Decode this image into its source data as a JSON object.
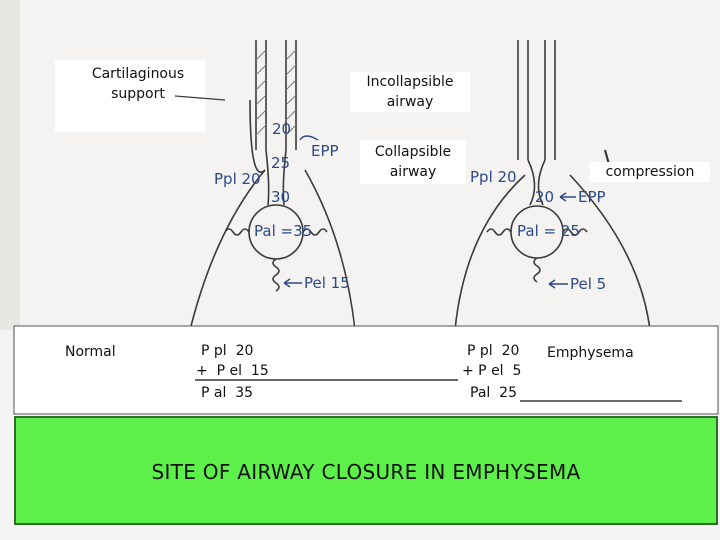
{
  "labels": {
    "cartilaginous_support": "Cartilaginous\nsupport",
    "incollapsible_airway": "Incollapsible\nairway",
    "collapsible_airway": "Collapsible\nairway",
    "compression": "compression"
  },
  "left_diagram": {
    "pressure_20": "20",
    "pressure_25": "25",
    "pressure_30": "30",
    "epp": "EPP",
    "ppl": "Ppl 20",
    "pal": "Pal =35",
    "pel": "Pel 15"
  },
  "right_diagram": {
    "ppl": "Ppl 20",
    "pressure_20": "20",
    "epp": "EPP",
    "pal": "Pal = 25",
    "pel": "Pel 5"
  },
  "formulas": {
    "normal_label": "Normal",
    "normal": {
      "line1": "P pl  20",
      "line2": "+  P el  15",
      "line3": "P al  35"
    },
    "emphysema_label": "Emphysema",
    "emphysema": {
      "line1": "P pl  20",
      "line2": "+ P el  5",
      "line3": "Pal  25"
    }
  },
  "banner": {
    "title": "SITE  OF  AIRWAY  CLOSURE  IN  EMPHYSEMA"
  },
  "colors": {
    "banner_green": "#5df04a",
    "ink_blue": "#2c4a86"
  }
}
